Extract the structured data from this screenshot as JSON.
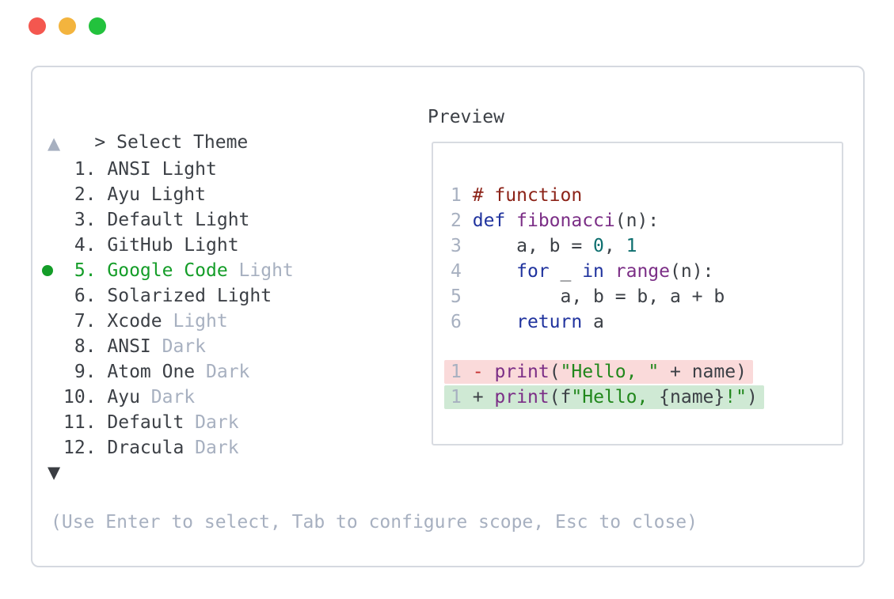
{
  "colors": {
    "fg": "#3c4046",
    "muted": "#a7b0c0",
    "accent_green": "#149d28",
    "comment": "#8c2318",
    "keyword": "#20339e",
    "func": "#7b2e86",
    "number": "#0e6f6f",
    "string": "#21871c",
    "minus": "#c53030",
    "removed_bg": "#fadada",
    "added_bg": "#cfe9d4",
    "traffic_red": "#f4574f",
    "traffic_yellow": "#f3b43e",
    "traffic_green": "#23c23d"
  },
  "traffic_lights": [
    {
      "name": "close-button",
      "color": "#f4574f"
    },
    {
      "name": "minimize-button",
      "color": "#f3b43e"
    },
    {
      "name": "zoom-button",
      "color": "#23c23d"
    }
  ],
  "prompt": {
    "caret": ">",
    "title": "Select Theme"
  },
  "scroll": {
    "up_symbol": "▲",
    "down_symbol": "▼"
  },
  "theme_list": {
    "items": [
      {
        "num": "1.",
        "name": "ANSI Light",
        "variant": "",
        "selected": false
      },
      {
        "num": "2.",
        "name": "Ayu Light",
        "variant": "",
        "selected": false
      },
      {
        "num": "3.",
        "name": "Default Light",
        "variant": "",
        "selected": false
      },
      {
        "num": "4.",
        "name": "GitHub Light",
        "variant": "",
        "selected": false
      },
      {
        "num": "5.",
        "name": "Google Code",
        "variant": "Light",
        "selected": true
      },
      {
        "num": "6.",
        "name": "Solarized Light",
        "variant": "",
        "selected": false
      },
      {
        "num": "7.",
        "name": "Xcode",
        "variant": "Light",
        "selected": false
      },
      {
        "num": "8.",
        "name": "ANSI",
        "variant": "Dark",
        "selected": false
      },
      {
        "num": "9.",
        "name": "Atom One",
        "variant": "Dark",
        "selected": false
      },
      {
        "num": "10.",
        "name": "Ayu",
        "variant": "Dark",
        "selected": false
      },
      {
        "num": "11.",
        "name": "Default",
        "variant": "Dark",
        "selected": false
      },
      {
        "num": "12.",
        "name": "Dracula",
        "variant": "Dark",
        "selected": false
      }
    ]
  },
  "preview": {
    "title": "Preview",
    "code_lines": [
      {
        "num": "1",
        "segments": [
          {
            "t": "# function",
            "c": "comment"
          }
        ]
      },
      {
        "num": "2",
        "segments": [
          {
            "t": "def",
            "c": "keyword"
          },
          {
            "t": " "
          },
          {
            "t": "fibonacci",
            "c": "func"
          },
          {
            "t": "(n):"
          }
        ]
      },
      {
        "num": "3",
        "segments": [
          {
            "t": "    a, b = "
          },
          {
            "t": "0",
            "c": "number"
          },
          {
            "t": ", "
          },
          {
            "t": "1",
            "c": "number"
          }
        ]
      },
      {
        "num": "4",
        "segments": [
          {
            "t": "    "
          },
          {
            "t": "for",
            "c": "keyword"
          },
          {
            "t": " _ "
          },
          {
            "t": "in",
            "c": "keyword"
          },
          {
            "t": " "
          },
          {
            "t": "range",
            "c": "func"
          },
          {
            "t": "(n):"
          }
        ]
      },
      {
        "num": "5",
        "segments": [
          {
            "t": "        a, b = b, a + b"
          }
        ]
      },
      {
        "num": "6",
        "segments": [
          {
            "t": "    "
          },
          {
            "t": "return",
            "c": "keyword"
          },
          {
            "t": " a"
          }
        ]
      }
    ],
    "diff_lines": [
      {
        "num": "1",
        "type": "removed",
        "segments": [
          {
            "t": "-",
            "c": "minus"
          },
          {
            "t": " "
          },
          {
            "t": "print",
            "c": "func"
          },
          {
            "t": "("
          },
          {
            "t": "\"Hello, \"",
            "c": "string"
          },
          {
            "t": " + name)"
          }
        ]
      },
      {
        "num": "1",
        "type": "added",
        "segments": [
          {
            "t": "+ "
          },
          {
            "t": "print",
            "c": "func"
          },
          {
            "t": "(f"
          },
          {
            "t": "\"Hello, ",
            "c": "string"
          },
          {
            "t": "{name}"
          },
          {
            "t": "!\"",
            "c": "string"
          },
          {
            "t": ")"
          }
        ]
      }
    ]
  },
  "hint": "(Use Enter to select, Tab to configure scope, Esc to close)"
}
